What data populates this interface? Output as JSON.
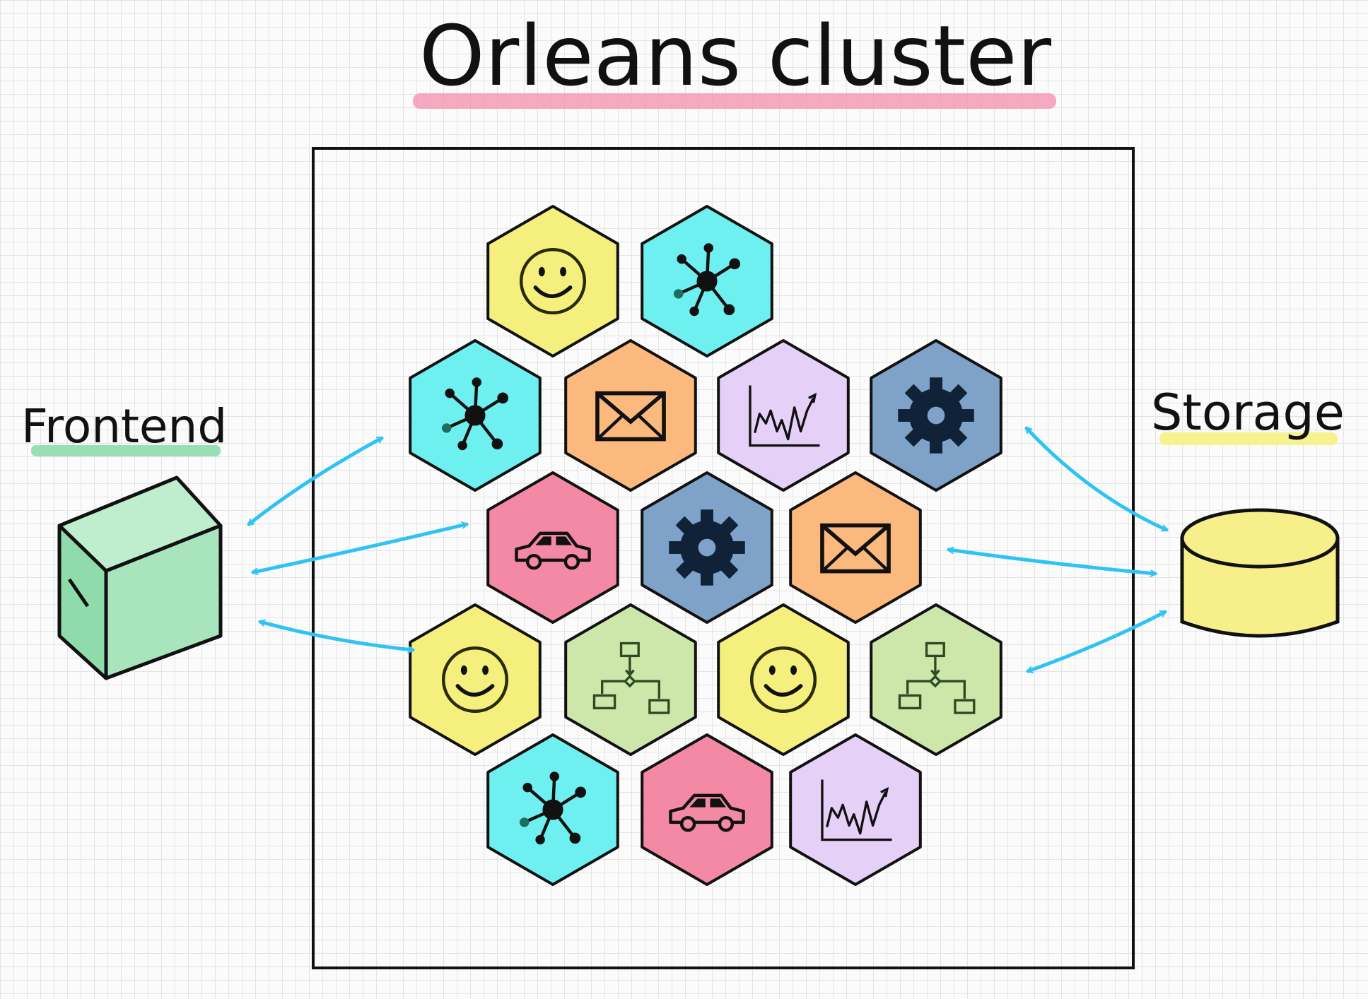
{
  "title": "Orleans cluster",
  "frontend": {
    "label": "Frontend"
  },
  "storage": {
    "label": "Storage"
  },
  "colors": {
    "ink": "#111111",
    "arrow": "#2fc3f5",
    "title_underline": "#f49ab6",
    "frontend": "#8fdcaa",
    "frontend_underline": "#98e0b4",
    "storage": "#f7f08a",
    "storage_underline": "#f6f28e",
    "yellow": "#f5f07e",
    "cyan": "#6ef0f0",
    "orange": "#fbb97e",
    "purple": "#e5d0f8",
    "steel": "#7ea2c8",
    "pink": "#f489a6",
    "green": "#cde7aa"
  },
  "grains": [
    {
      "color": "yellow",
      "icon": "smiley-icon"
    },
    {
      "color": "cyan",
      "icon": "network-icon"
    },
    {
      "color": "cyan",
      "icon": "network-icon"
    },
    {
      "color": "orange",
      "icon": "envelope-icon"
    },
    {
      "color": "purple",
      "icon": "chart-icon"
    },
    {
      "color": "steel",
      "icon": "gear-icon"
    },
    {
      "color": "pink",
      "icon": "car-icon"
    },
    {
      "color": "steel",
      "icon": "gear-icon"
    },
    {
      "color": "orange",
      "icon": "envelope-icon"
    },
    {
      "color": "yellow",
      "icon": "smiley-icon"
    },
    {
      "color": "green",
      "icon": "flowchart-icon"
    },
    {
      "color": "yellow",
      "icon": "smiley-icon"
    },
    {
      "color": "green",
      "icon": "flowchart-icon"
    },
    {
      "color": "cyan",
      "icon": "network-icon"
    },
    {
      "color": "pink",
      "icon": "car-icon"
    },
    {
      "color": "purple",
      "icon": "chart-icon"
    }
  ]
}
